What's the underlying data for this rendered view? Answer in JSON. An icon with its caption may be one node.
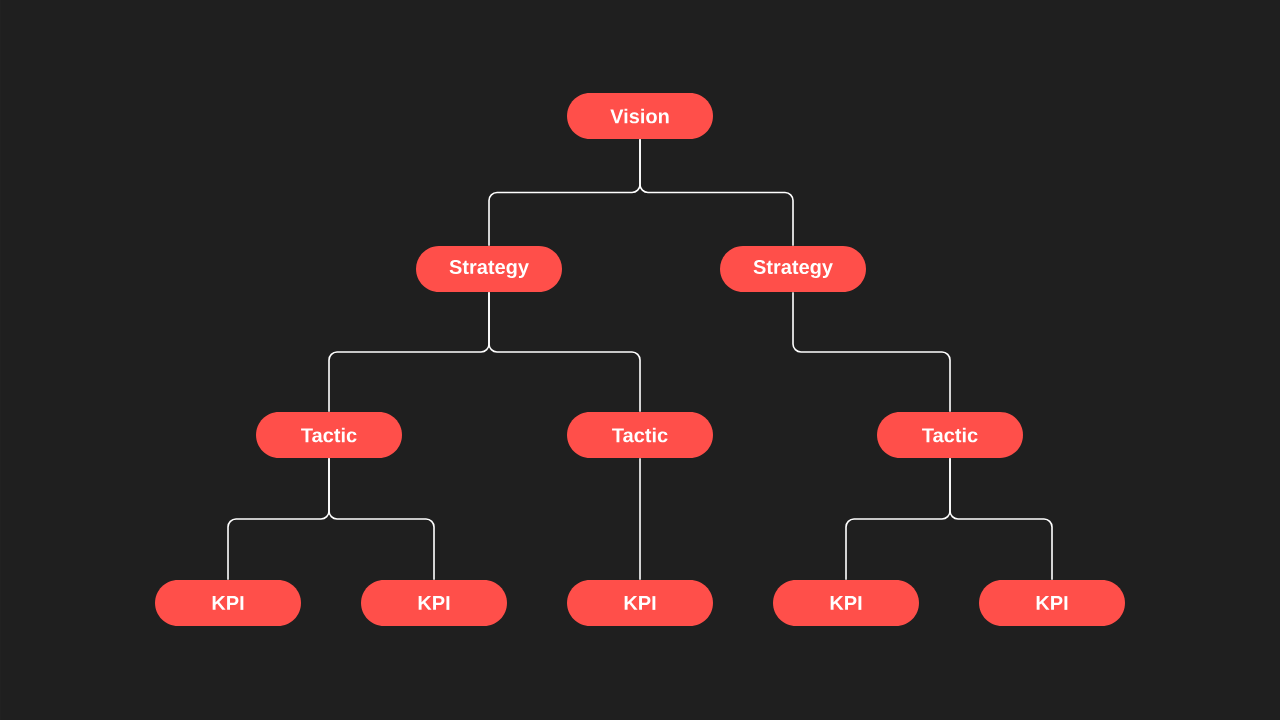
{
  "diagram": {
    "nodes": [
      {
        "text": [
          "Vision"
        ]
      },
      {
        "text": [
          "Strategy"
        ]
      },
      {
        "text": [
          "Strategy"
        ]
      },
      {
        "text": [
          "Tactic"
        ]
      },
      {
        "text": [
          "Tactic"
        ]
      },
      {
        "text": [
          "Tactic"
        ]
      },
      {
        "text": [
          "KPI"
        ]
      },
      {
        "text": [
          "KPI"
        ]
      },
      {
        "text": [
          "KPI"
        ]
      },
      {
        "text": [
          "KPI"
        ]
      },
      {
        "text": [
          "KPI"
        ]
      }
    ],
    "edges": [
      {
        "from": 0,
        "to": 1,
        "arrow": "none"
      },
      {
        "from": 0,
        "to": 2,
        "arrow": "none"
      },
      {
        "from": 1,
        "to": 3,
        "arrow": "none"
      },
      {
        "from": 1,
        "to": 4,
        "arrow": "none"
      },
      {
        "from": 2,
        "to": 5,
        "arrow": "none"
      },
      {
        "from": 3,
        "to": 6,
        "arrow": "none"
      },
      {
        "from": 3,
        "to": 7,
        "arrow": "none"
      },
      {
        "from": 4,
        "to": 8,
        "arrow": "none"
      },
      {
        "from": 5,
        "to": 9,
        "arrow": "none"
      },
      {
        "from": 5,
        "to": 10,
        "arrow": "none"
      }
    ]
  }
}
